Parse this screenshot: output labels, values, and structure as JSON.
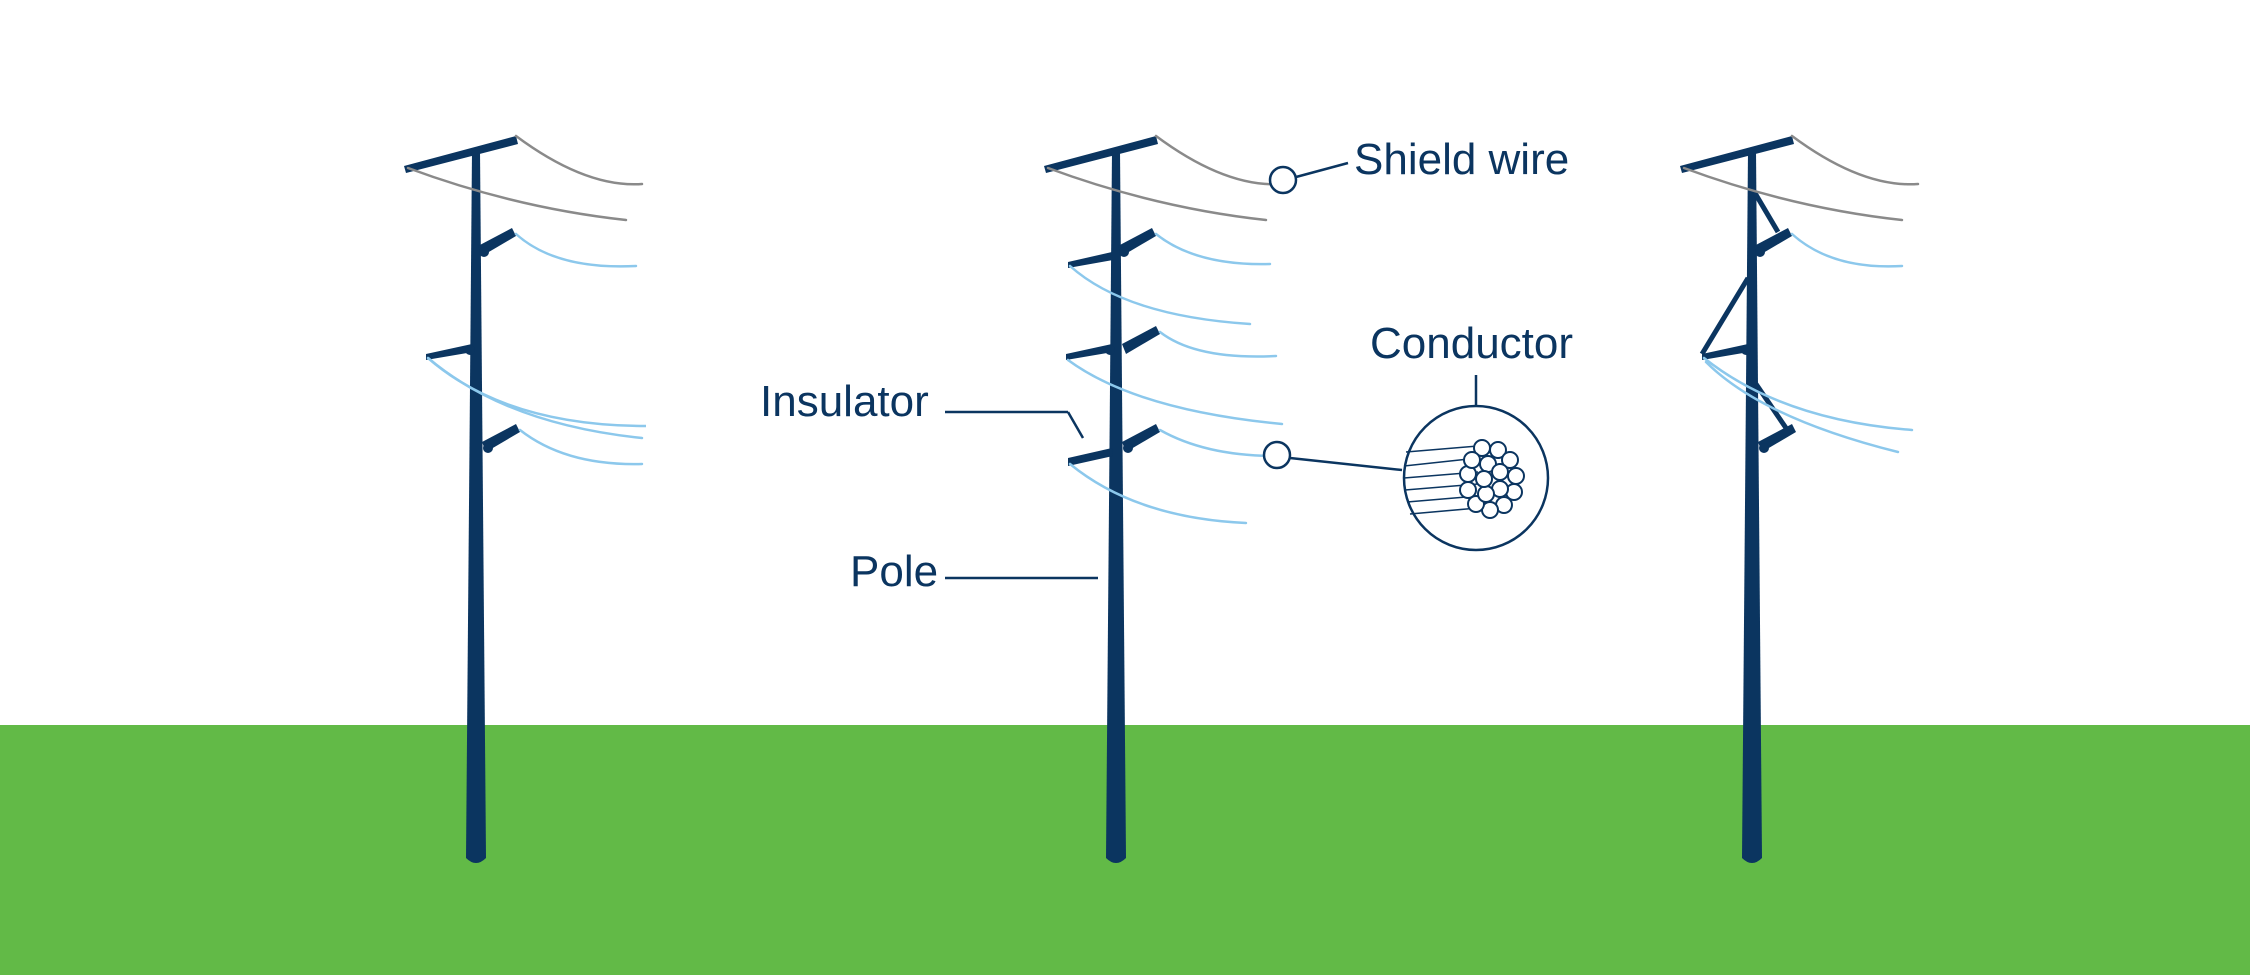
{
  "diagram": {
    "labels": {
      "shield_wire": "Shield wire",
      "conductor": "Conductor",
      "insulator": "Insulator",
      "pole": "Pole"
    },
    "colors": {
      "background": "#ffffff",
      "ground": "#62ba47",
      "pole": "#0b3560",
      "shield_wire": "#8a8a8a",
      "conductor_wire": "#8cc8ec",
      "label_text": "#0b3560"
    },
    "poles": [
      {
        "name": "pole-left",
        "variant": "standard"
      },
      {
        "name": "pole-center",
        "variant": "standard"
      },
      {
        "name": "pole-right",
        "variant": "braced"
      }
    ]
  }
}
